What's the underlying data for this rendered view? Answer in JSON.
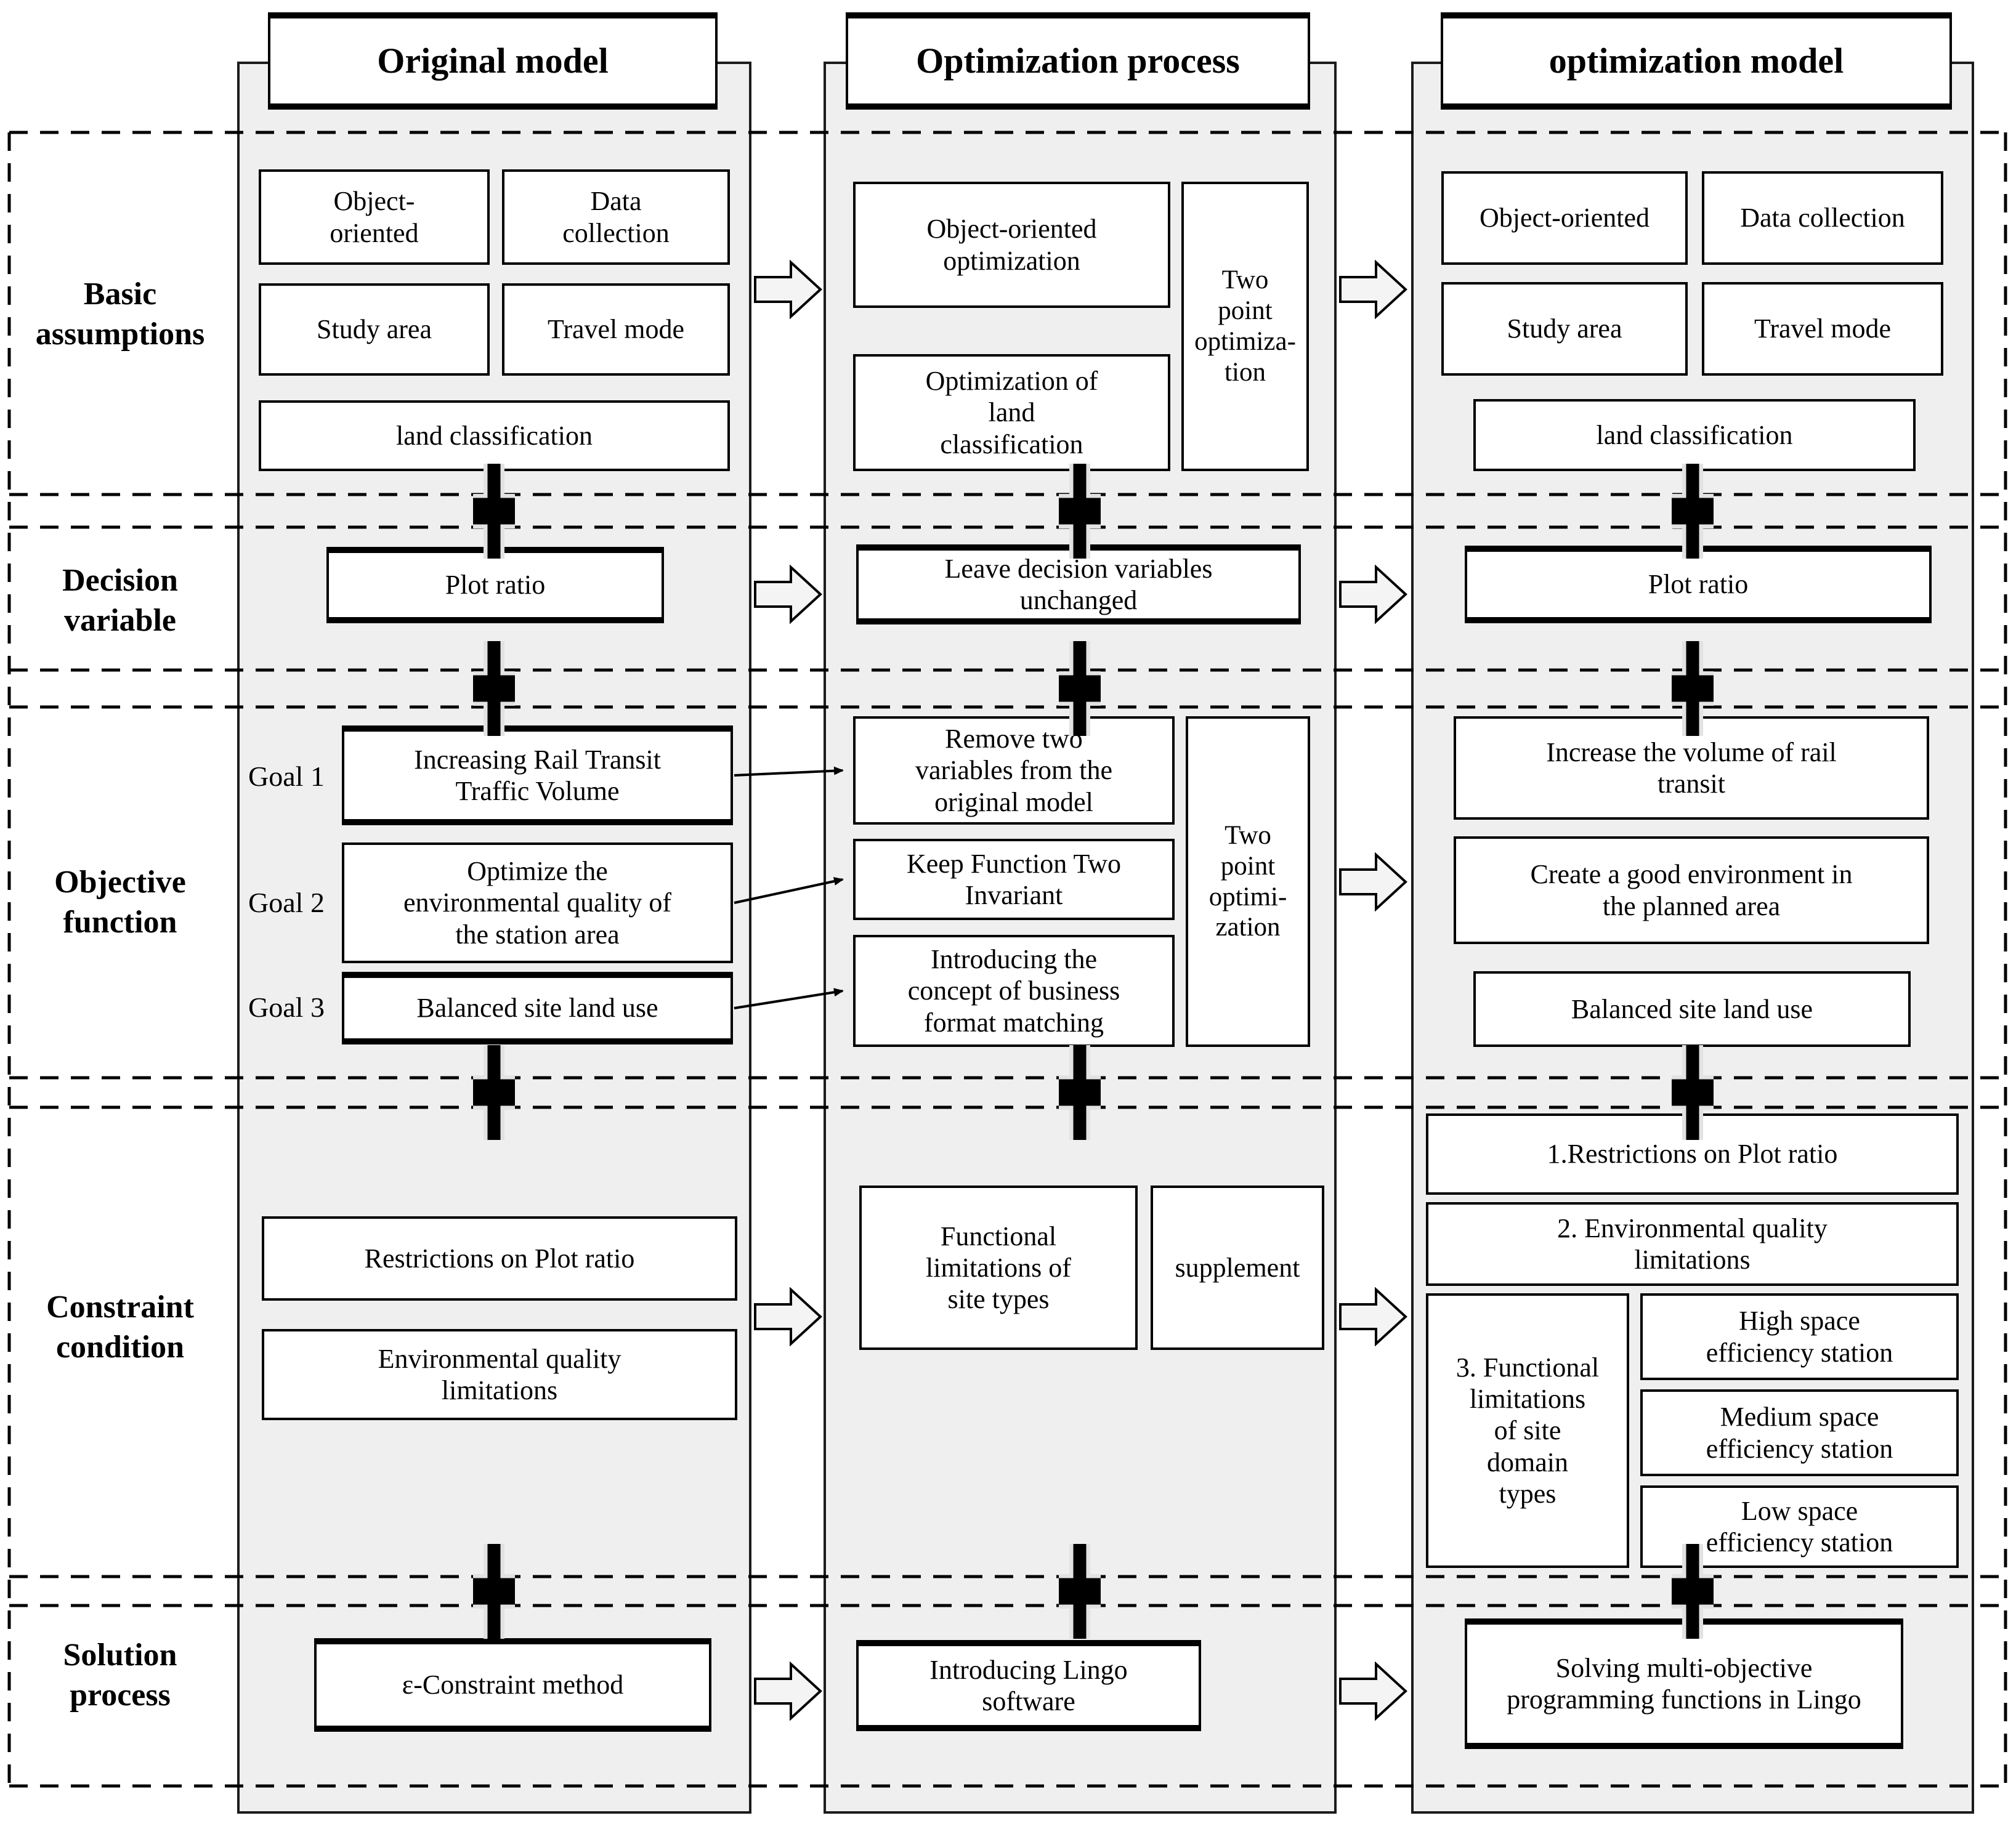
{
  "headers": {
    "original": "Original model",
    "process": "Optimization process",
    "optimized": "optimization model"
  },
  "row_labels": {
    "assumptions": "Basic\nassumptions",
    "decision": "Decision\nvariable",
    "objective": "Objective\nfunction",
    "constraint": "Constraint\ncondition",
    "solution": "Solution\nprocess"
  },
  "original": {
    "object_oriented": "Object-\noriented",
    "data_collection": "Data\ncollection",
    "study_area": "Study area",
    "travel_mode": "Travel mode",
    "land_classification": "land classification",
    "plot_ratio": "Plot ratio",
    "goal1_label": "Goal 1",
    "goal1": "Increasing Rail Transit\nTraffic Volume",
    "goal2_label": "Goal 2",
    "goal2": "Optimize the\nenvironmental quality of\nthe station area",
    "goal3_label": "Goal 3",
    "goal3": "Balanced site land use",
    "constraint1": "Restrictions on Plot ratio",
    "constraint2": "Environmental quality\nlimitations",
    "solution": "ε-Constraint method"
  },
  "process": {
    "object_oriented_optimization": "Object-oriented\noptimization",
    "optimization_of_land": "Optimization of\nland\nclassification",
    "two_point_1": "Two\npoint\noptimiza-\ntion",
    "leave_unchanged": "Leave decision variables\nunchanged",
    "remove_two": "Remove two\nvariables from the\noriginal model",
    "keep_function": "Keep Function Two\nInvariant",
    "introducing_concept": "Introducing the\nconcept of business\nformat matching",
    "two_point_2": "Two\npoint\noptimi-\nzation",
    "functional_limitations": "Functional\nlimitations of\nsite types",
    "supplement": "supplement",
    "introducing_lingo": "Introducing Lingo\nsoftware"
  },
  "optimized": {
    "object_oriented": "Object-oriented",
    "data_collection": "Data collection",
    "study_area": "Study area",
    "travel_mode": "Travel mode",
    "land_classification": "land classification",
    "plot_ratio": "Plot ratio",
    "goal1": "Increase the volume of rail\ntransit",
    "goal2": "Create a good environment in\nthe planned area",
    "goal3": "Balanced site land use",
    "constraint1": "1.Restrictions on Plot ratio",
    "constraint2": "2. Environmental quality\nlimitations",
    "constraint3": "3. Functional\nlimitations\nof site\ndomain\ntypes",
    "high_space": "High space\nefficiency station",
    "medium_space": "Medium space\nefficiency station",
    "low_space": "Low space\nefficiency station",
    "solution": "Solving multi-objective\nprogramming functions in Lingo"
  },
  "icons": {
    "plus": "✚",
    "flow_arrow": "⇨"
  },
  "colors": {
    "panel_bg": "#efefef",
    "box_bg": "#ffffff",
    "line": "#000000",
    "arrow_fill": "#f4f4f4"
  }
}
